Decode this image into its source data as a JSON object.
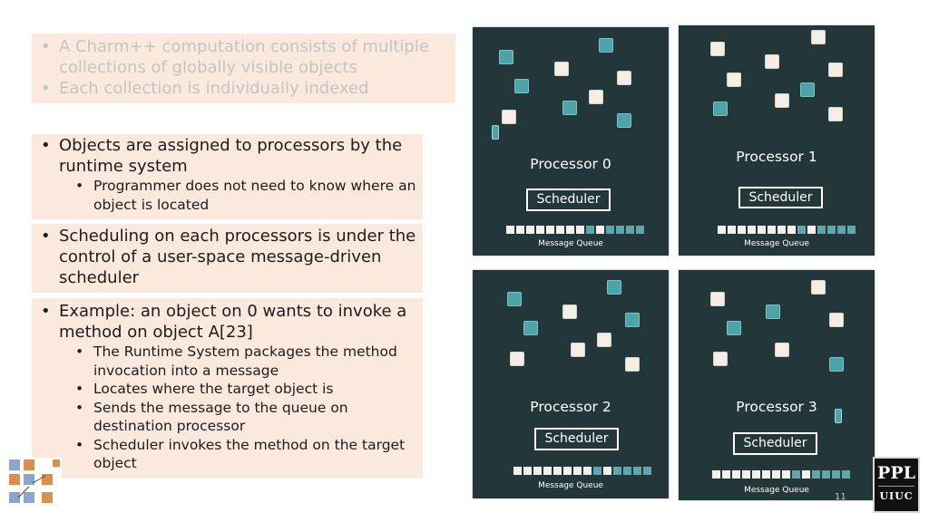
{
  "intro": {
    "bullets": [
      "A Charm++ computation consists of multiple collections of globally visible objects",
      "Each collection is individually indexed"
    ]
  },
  "box1": {
    "main": "Objects are assigned to processors by the runtime system",
    "sub": [
      "Programmer does not need to know where an object is located"
    ]
  },
  "box2": {
    "main": "Scheduling on each processors is under the control of a user-space message-driven scheduler"
  },
  "box3": {
    "main": "Example: an object on 0 wants to invoke a method on object A[23]",
    "sub": [
      "The Runtime System packages the method invocation into a message",
      "Locates where the target object is",
      "Sends the message to the queue on destination processor",
      "Scheduler invokes the method on the target object"
    ]
  },
  "processors": [
    {
      "label": "Processor 0",
      "scheduler": "Scheduler",
      "queue_label": "Message Queue"
    },
    {
      "label": "Processor 1",
      "scheduler": "Scheduler",
      "queue_label": "Message Queue"
    },
    {
      "label": "Processor 2",
      "scheduler": "Scheduler",
      "queue_label": "Message Queue"
    },
    {
      "label": "Processor 3",
      "scheduler": "Scheduler",
      "queue_label": "Message Queue"
    }
  ],
  "queue_pattern": [
    "w",
    "w",
    "w",
    "w",
    "w",
    "w",
    "w",
    "w",
    "t",
    "w",
    "t",
    "t",
    "t",
    "t"
  ],
  "colors": {
    "panel": "#23363a",
    "teal_object": "#4ea3a9",
    "white_object": "#f4efe6",
    "box": "#fbe9dd"
  },
  "logo": {
    "line1": "PPL",
    "line2": "UIUC"
  },
  "page_number": "11"
}
